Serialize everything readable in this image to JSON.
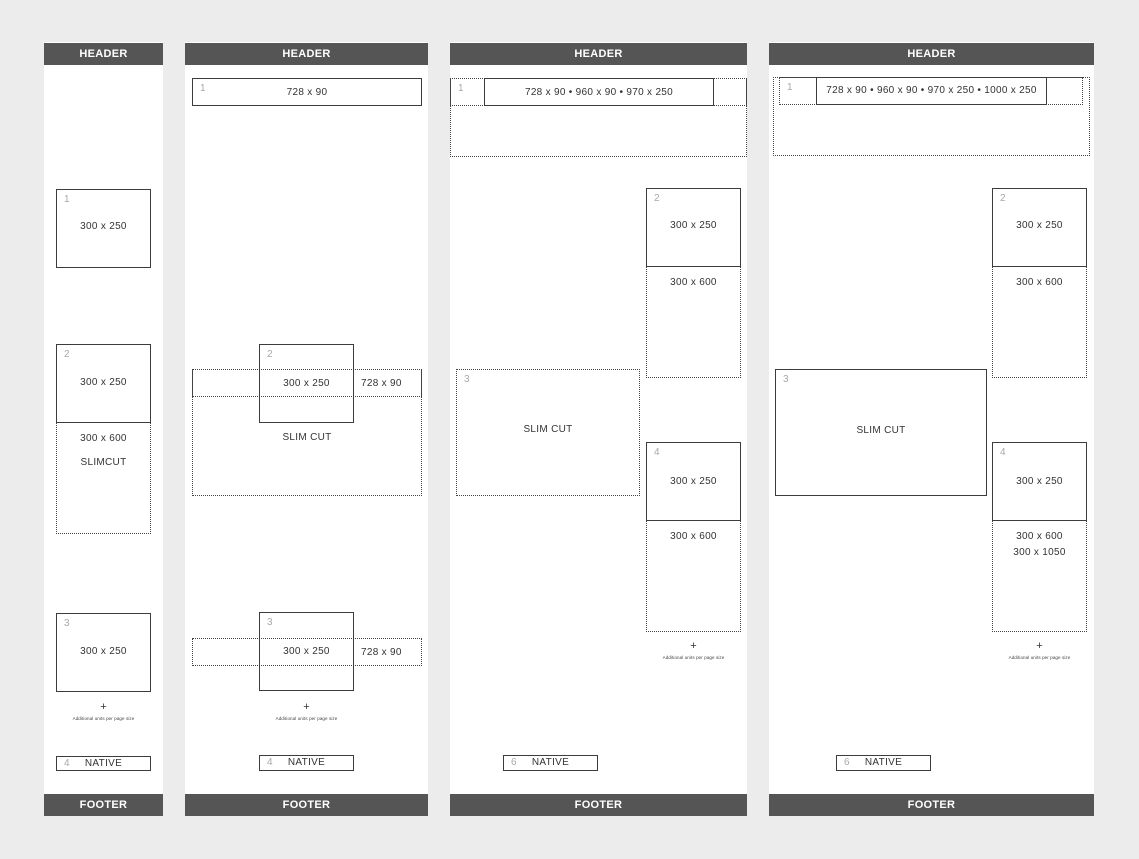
{
  "header_label": "HEADER",
  "footer_label": "FOOTER",
  "additional_note": "Additional units per page size",
  "plus": "+",
  "num": {
    "n1": "1",
    "n2": "2",
    "n3": "3",
    "n4": "4",
    "n6": "6"
  },
  "sizes": {
    "s300x250": "300 x 250",
    "s300x600": "300 x 600",
    "s728x90": "728 x 90",
    "slimcut": "SLIMCUT",
    "slim_cut": "SLIM CUT",
    "native": "NATIVE",
    "leader_desktop": "728 x 90 • 960 x 90 • 970 x 250",
    "leader_wide": "728 x 90 • 960 x 90 • 970 x 250 • 1000 x 250",
    "s300x1050": "300 x 1050"
  }
}
